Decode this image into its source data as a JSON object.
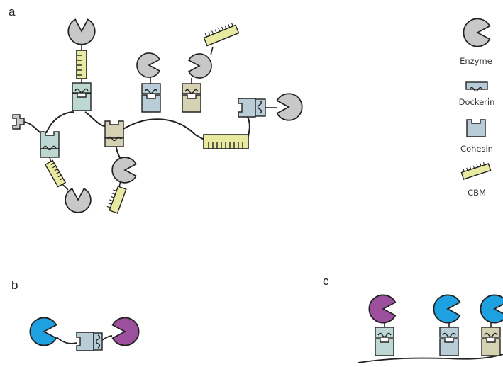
{
  "panels": {
    "a": "a",
    "b": "b",
    "c": "c"
  },
  "legend": {
    "enzyme": "Enzyme",
    "dockerin": "Dockerin",
    "cohesin": "Cohesin",
    "cbm": "CBM"
  },
  "colors": {
    "enzyme_gray": "#c8c8c8",
    "enzyme_blue": "#1ea1e1",
    "enzyme_purple": "#9b4f9d",
    "cohesin_blue": "#b8cdd8",
    "cohesin_teal": "#bdd8d2",
    "cohesin_tan": "#d5d2b4",
    "cbm_yellow": "#e9eaa2",
    "outline": "#222222"
  }
}
